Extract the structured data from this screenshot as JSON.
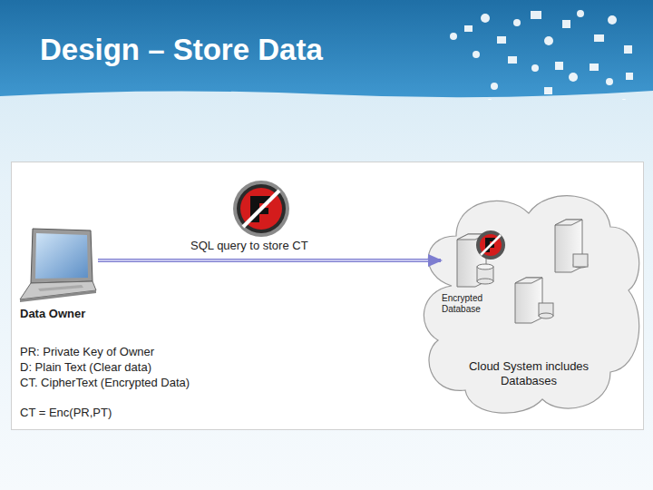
{
  "diagram": {
    "title": "Design – Store Data",
    "nodes": [
      {
        "text": [
          "Data Owner"
        ]
      },
      {
        "text": [
          "Cloud System includes Databases"
        ]
      },
      {
        "text": [
          "Encrypted Database"
        ],
        "in": 1
      }
    ],
    "edges": [
      {
        "from": 0,
        "to": 2,
        "label": "SQL query to store CT",
        "arrow": "to"
      }
    ],
    "labels": [
      "PR: Private Key of Owner",
      "D: Plain Text (Clear data)",
      "CT. CipherText (Encrypted Data)",
      "CT = Enc(PR,PT)"
    ]
  }
}
